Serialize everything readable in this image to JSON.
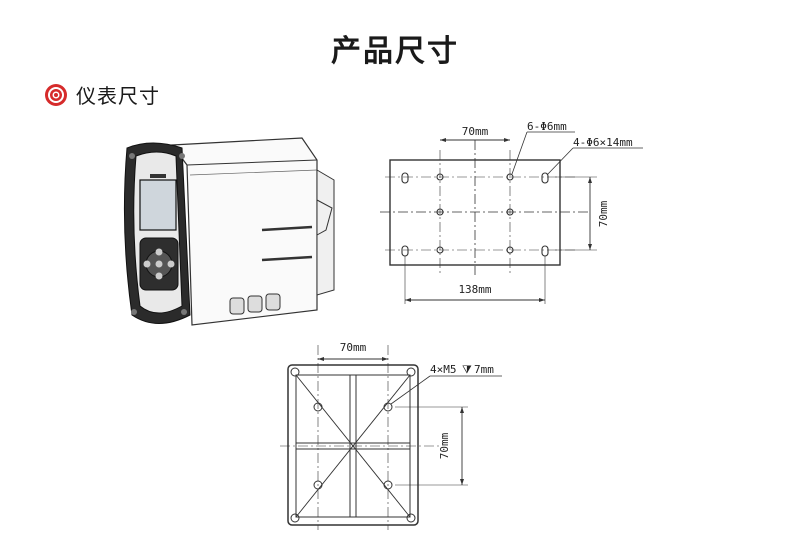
{
  "page": {
    "title": "产品尺寸",
    "section_label": "仪表尺寸",
    "section_icon": "target-icon"
  },
  "drawing_top": {
    "dim_width_top": "70mm",
    "dim_holes_6": "6-Φ6mm",
    "dim_holes_4": "4-Φ6×14mm",
    "dim_height_right": "70mm",
    "dim_width_bottom": "138mm"
  },
  "drawing_bottom": {
    "dim_width_top": "70mm",
    "dim_thread": "4×M5",
    "dim_depth": "7mm",
    "dim_height_right": "70mm"
  },
  "colors": {
    "accent": "#d62b2b",
    "line": "#333333"
  }
}
